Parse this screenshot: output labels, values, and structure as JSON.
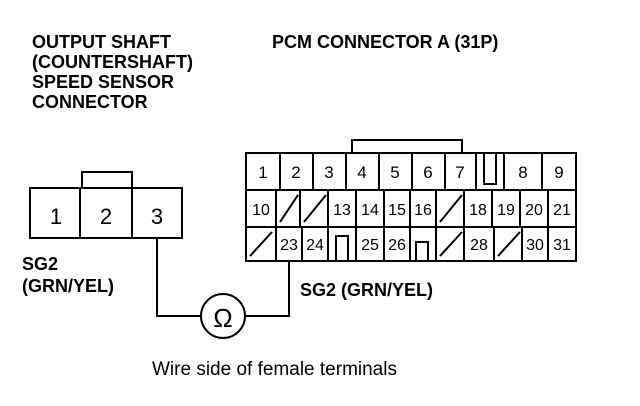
{
  "labels": {
    "sensor_title": [
      "OUTPUT SHAFT",
      "(COUNTERSHAFT)",
      "SPEED SENSOR",
      "CONNECTOR"
    ],
    "pcm_title": "PCM CONNECTOR A (31P)",
    "sensor_wire": [
      "SG2",
      "(GRN/YEL)"
    ],
    "pcm_wire": "SG2 (GRN/YEL)",
    "caption": "Wire side of female terminals",
    "ohm_symbol": "Ω"
  },
  "sensor_connector": {
    "pins": [
      "1",
      "2",
      "3"
    ]
  },
  "pcm_connector": {
    "rows": [
      [
        "1",
        "2",
        "3",
        "4",
        "5",
        "6",
        "7",
        "",
        "8",
        "9"
      ],
      [
        "10",
        "/",
        "/",
        "13",
        "14",
        "15",
        "16",
        "/",
        "18",
        "19",
        "20",
        "21"
      ],
      [
        "/",
        "23",
        "24",
        "",
        "25",
        "26",
        "",
        "/",
        "28",
        "/",
        "30",
        "31"
      ]
    ]
  },
  "colors": {
    "line": "#000000",
    "background": "#ffffff"
  }
}
